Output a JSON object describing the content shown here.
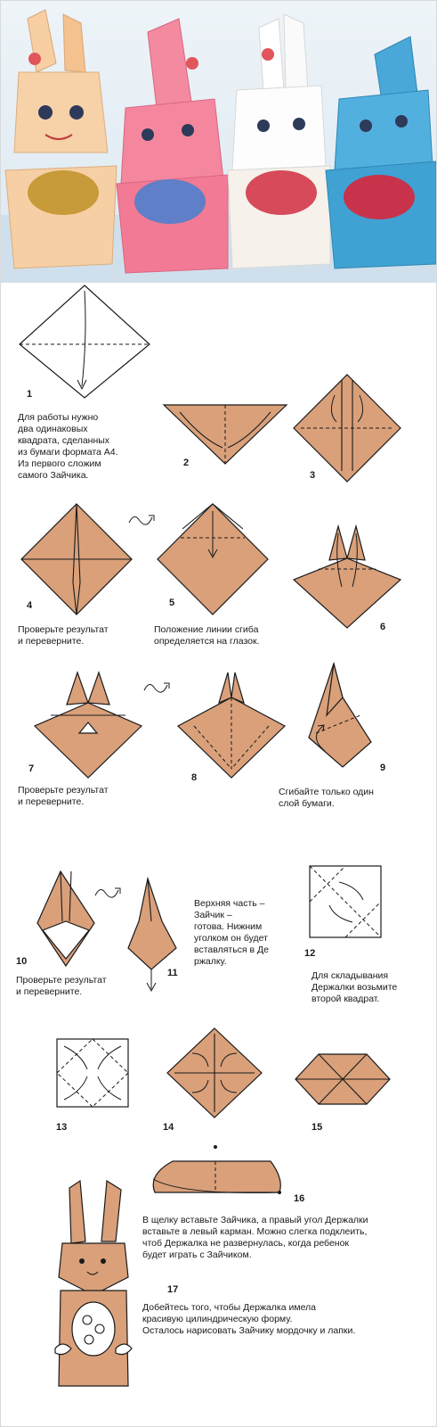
{
  "colors": {
    "paper": "#d9a07a",
    "outline": "#1a1a1a",
    "background": "#ffffff"
  },
  "photo": {
    "subject": "four fabric origami bunnies holding painted eggs"
  },
  "steps": [
    {
      "num": "1",
      "text": "Для работы нужно\nдва одинаковых\nквадрата, сделанных\nиз бумаги формата А4.\nИз первого сложим\nсамого Зайчика."
    },
    {
      "num": "2"
    },
    {
      "num": "3"
    },
    {
      "num": "4",
      "text": "Проверьте результат\nи переверните."
    },
    {
      "num": "5",
      "text": "Положение линии сгиба\nопределяется на глазок."
    },
    {
      "num": "6"
    },
    {
      "num": "7",
      "text": "Проверьте результат\nи переверните."
    },
    {
      "num": "8"
    },
    {
      "num": "9",
      "text": "Сгибайте только один\nслой бумаги."
    },
    {
      "num": "10",
      "text": "Проверьте результат\nи переверните."
    },
    {
      "num": "11",
      "text": "Верхняя часть –\nЗайчик –\nготова. Нижним\nуголком он будет\nвставляться в Де\nржалку."
    },
    {
      "num": "12",
      "text": "Для складывания\nДержалки возьмите\nвторой квадрат."
    },
    {
      "num": "13"
    },
    {
      "num": "14"
    },
    {
      "num": "15"
    },
    {
      "num": "16",
      "text": "В щелку вставьте Зайчика, а правый угол Держалки\nвставьте в левый карман. Можно слегка подклеить,\nчтоб Держалка не развернулась, когда ребенок\nбудет играть с Зайчиком."
    },
    {
      "num": "17",
      "text": "Добейтесь того, чтобы Держалка имела\nкрасивую цилиндрическую форму.\nОсталось нарисовать Зайчику мордочку и лапки."
    }
  ]
}
